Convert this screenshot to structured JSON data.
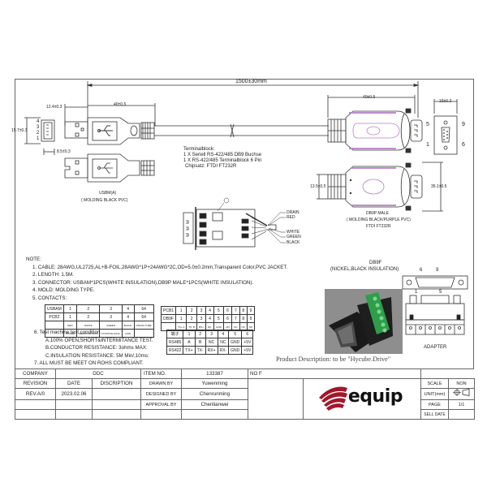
{
  "drawing": {
    "overall_length": "1500±30mm",
    "usb": {
      "dim_width": "12.4±0.3",
      "dim_length": "40±0.5",
      "dim_height": "15.7±0.3",
      "dim_depth": "8.5±0.3",
      "pin_labels": [
        "4",
        "3",
        "2",
        "1"
      ],
      "name": "USBM(A)",
      "molding": "( MOLDING BLACK PVC)"
    },
    "db9": {
      "dim_length": "40±0.5",
      "dim_face_width": "15±0.3",
      "dim_height": "13.5±0.5",
      "dim_width": "35.1±0.5",
      "pin_labels": {
        "tl": "5",
        "tr": "9",
        "bl": "1",
        "br": "6"
      },
      "name": "DB9P MALE",
      "molding": "( MOLDING BLACK/PURPLE PVC)",
      "chip": "FTDI FT232R"
    },
    "terminal_block": {
      "title": "Terminalblock:",
      "lines": [
        "1 X Seriell RS-422/485 DB9 Buchse",
        "1 X RS-422/485 Terminalblock 6 Pin",
        "Chipsatz:  FTDI FT232R"
      ]
    },
    "pcb": {
      "callout": "②",
      "wires": [
        "DRAIN",
        "RED",
        "WHITE",
        "GREEN",
        "BLACK"
      ]
    },
    "db9f": {
      "title": "DB9F",
      "subtitle": "(NICKEL,BLACK INSULATION)",
      "pins": {
        "tl": "6",
        "tr": "9",
        "bl": "1",
        "br": "5"
      },
      "adapter_label": "ADAPTER"
    },
    "product_description": "Product Description: to be \"Hycube.Drive\""
  },
  "notes": {
    "heading": "NOTE:",
    "items": [
      "1.  CABLE: 28AWG,UL2725,AL+B-FOIL,28AWG*1P+24AWG*2C,OD=5.0±0.2mm,Transparent Color,PVC JACKET.",
      "2.  LENGTH: 1.5M.",
      "3.  CONNECTOR: USBAM*1PCS(WHITE INSULATION),DB9P MALE*1PCS(WHITE INSULATION).",
      "4.  MOLD: MOLDING TYPE.",
      "5.  CONTACTS:"
    ],
    "test_items": [
      "6.  Test machine test condition.",
      "A.100% OPEN,SHORT&INTERMITANCE TEST.",
      "B.CONDUCTOR RESISTANCE: 3ohms MAX:",
      "C.INSULATION RESISTANCE: 5M Min/,10ms:",
      "7.  ALL MUST BE MEET ON ROHS COMPLIANT."
    ]
  },
  "contacts_usb": {
    "rows": [
      [
        "USBAM",
        "1",
        "2",
        "3",
        "4",
        "64"
      ],
      [
        "PCB2",
        "1",
        "2",
        "3",
        "4",
        "64"
      ],
      [
        "",
        "RED",
        "WHITE",
        "GREEN",
        "BLACK",
        "DRAIN+TUBE"
      ],
      [
        "",
        "POWER",
        "NEGATIVE DATA",
        "POSITIVE DATA",
        "GND",
        ""
      ]
    ]
  },
  "contacts_db9": {
    "rows": [
      [
        "PCB1",
        "1",
        "2",
        "3",
        "4",
        "5",
        "6",
        "7",
        "8",
        "9"
      ],
      [
        "DB9F",
        "1",
        "2",
        "3",
        "4",
        "5",
        "6",
        "7",
        "8",
        "9"
      ],
      [
        "",
        "TX+ A",
        "TX- B",
        "RX+",
        "RX-",
        "GND",
        "+5V",
        "NC",
        "NC",
        "NC"
      ]
    ]
  },
  "terminal_table": {
    "rows": [
      [
        "端子",
        "1",
        "2",
        "3",
        "4",
        "5",
        "6"
      ],
      [
        "RS485",
        "A",
        "B",
        "NC",
        "NC",
        "GND",
        "+5V"
      ],
      [
        "RS422",
        "TX+",
        "TX-",
        "RX+",
        "RX-",
        "GND",
        "+5V"
      ]
    ]
  },
  "title_block": {
    "company_label": "COMPANY",
    "company_value": "DDC",
    "item_no_label": "ITEM    NO.",
    "item_no_value": "133387",
    "no_label": "NO",
    "no_value": "F",
    "revision_label": "REVISION",
    "date_label": "DATE",
    "description_label": "DISCRIPTION",
    "revision_value": "REV.A/0",
    "date_value": "2023.02.06",
    "drawn_by_label": "DRAWN BY",
    "drawn_by_value": "Yuwenming",
    "designed_by_label": "DESIGNED BY",
    "designed_by_value": "Chenrunming",
    "approval_by_label": "APPROVAL BY",
    "approval_by_value": "Chenlianwei",
    "logo_text": "equip",
    "scale_label": "SCALE",
    "scale_value": "NON",
    "unit_label": "UNIT(mm)",
    "projection_icon": "first-angle-projection-icon",
    "page_label": "PAGE",
    "page_value": "1/1",
    "sell_date_label": "SELL DATE"
  },
  "colors": {
    "logo_red": "#a3172a",
    "purple_molding": "#b77fc7",
    "terminal_green": "#2e9e4b"
  }
}
